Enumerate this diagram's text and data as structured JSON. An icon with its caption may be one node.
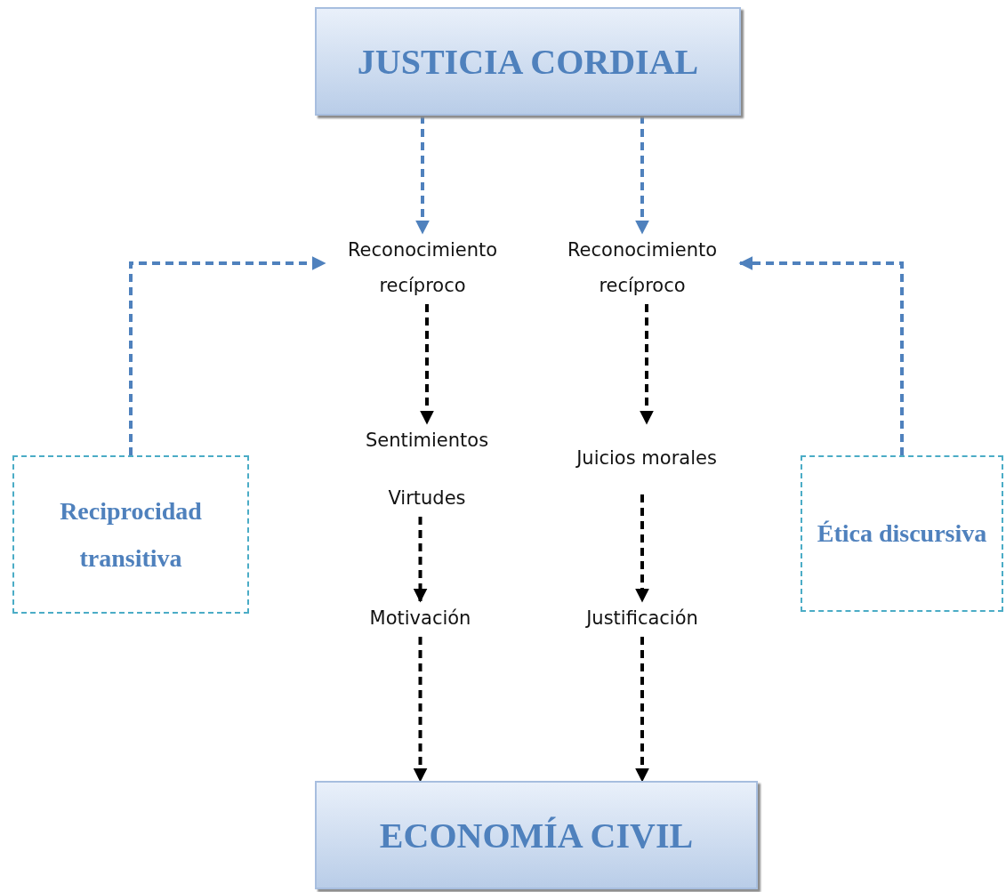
{
  "diagram": {
    "nodes": [
      {
        "text": [
          "JUSTICIA CORDIAL"
        ]
      },
      {
        "text": [
          "Reconocimiento recíproco"
        ]
      },
      {
        "text": [
          "Reconocimiento recíproco"
        ]
      },
      {
        "text": [
          "Reciprocidad transitiva"
        ]
      },
      {
        "text": [
          "Sentimientos",
          "Virtudes"
        ]
      },
      {
        "text": [
          "Juicios morales"
        ]
      },
      {
        "text": [
          "Ética discursiva"
        ]
      },
      {
        "text": [
          "Motivación"
        ]
      },
      {
        "text": [
          "Justificación"
        ]
      },
      {
        "text": [
          "ECONOMÍA CIVIL"
        ]
      }
    ],
    "edges": [
      {
        "from": 0,
        "to": 1,
        "arrow": "to",
        "style": "dashed",
        "color": "#4f81bd"
      },
      {
        "from": 0,
        "to": 2,
        "arrow": "to",
        "style": "dashed",
        "color": "#4f81bd"
      },
      {
        "from": 3,
        "to": 1,
        "arrow": "to",
        "style": "dashed",
        "color": "#4f81bd"
      },
      {
        "from": 6,
        "to": 2,
        "arrow": "to",
        "style": "dashed",
        "color": "#4f81bd"
      },
      {
        "from": 1,
        "to": 4,
        "arrow": "to",
        "style": "dashed"
      },
      {
        "from": 2,
        "to": 5,
        "arrow": "to",
        "style": "dashed"
      },
      {
        "from": 4,
        "to": 7,
        "arrow": "to",
        "style": "dashed"
      },
      {
        "from": 5,
        "to": 8,
        "arrow": "to",
        "style": "dashed"
      },
      {
        "from": 7,
        "to": 9,
        "arrow": "to",
        "style": "dashed"
      },
      {
        "from": 8,
        "to": 9,
        "arrow": "to",
        "style": "dashed"
      }
    ]
  }
}
